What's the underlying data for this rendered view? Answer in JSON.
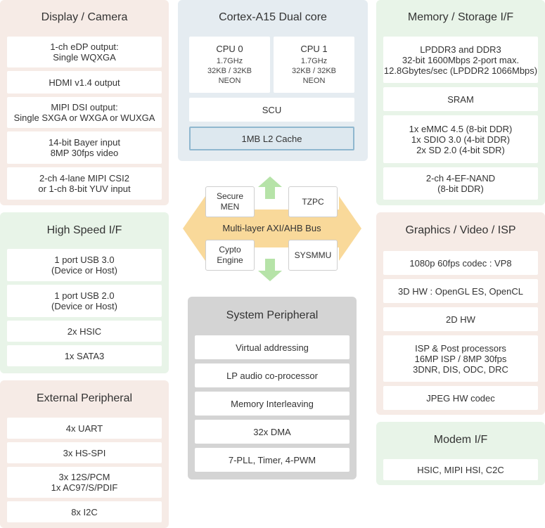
{
  "display": {
    "title": "Display / Camera",
    "items": [
      [
        "1-ch eDP output:",
        "Single WQXGA"
      ],
      [
        "HDMI v1.4 output"
      ],
      [
        "MIPI DSI output:",
        "Single SXGA or WXGA or WUXGA"
      ],
      [
        "14-bit Bayer input",
        "8MP 30fps video"
      ],
      [
        "2-ch 4-lane MIPI CSI2",
        "or 1-ch 8-bit YUV input"
      ]
    ]
  },
  "highspeed": {
    "title": "High Speed I/F",
    "items": [
      [
        "1 port USB 3.0",
        "(Device or Host)"
      ],
      [
        "1 port USB 2.0",
        "(Device or Host)"
      ],
      [
        "2x HSIC"
      ],
      [
        "1x SATA3"
      ]
    ]
  },
  "external": {
    "title": "External Peripheral",
    "items": [
      [
        "4x UART"
      ],
      [
        "3x HS-SPI"
      ],
      [
        "3x 12S/PCM",
        "1x AC97/S/PDIF"
      ],
      [
        "8x I2C"
      ]
    ]
  },
  "cortex": {
    "title": "Cortex-A15 Dual core",
    "cpu0": {
      "name": "CPU 0",
      "spec": [
        "1.7GHz",
        "32KB / 32KB",
        "NEON"
      ]
    },
    "cpu1": {
      "name": "CPU 1",
      "spec": [
        "1.7GHz",
        "32KB / 32KB",
        "NEON"
      ]
    },
    "scu": "SCU",
    "l2": "1MB L2 Cache"
  },
  "bus": {
    "label": "Multi-layer AXI/AHB Bus",
    "secure": [
      "Secure",
      "MEN"
    ],
    "tzpc": "TZPC",
    "crypto": [
      "Cypto",
      "Engine"
    ],
    "sysmmu": "SYSMMU"
  },
  "system": {
    "title": "System Peripheral",
    "items": [
      [
        "Virtual addressing"
      ],
      [
        "LP audio co-processor"
      ],
      [
        "Memory Interleaving"
      ],
      [
        "32x DMA"
      ],
      [
        "7-PLL, Timer, 4-PWM"
      ]
    ]
  },
  "memory": {
    "title": "Memory / Storage I/F",
    "items": [
      [
        "LPDDR3 and DDR3",
        "32-bit 1600Mbps 2-port max.",
        "12.8Gbytes/sec (LPDDR2 1066Mbps)"
      ],
      [
        "SRAM"
      ],
      [
        "1x eMMC 4.5 (8-bit DDR)",
        "1x SDIO 3.0 (4-bit DDR)",
        "2x SD 2.0 (4-bit SDR)"
      ],
      [
        "2-ch 4-EF-NAND",
        "(8-bit DDR)"
      ]
    ]
  },
  "graphics": {
    "title": "Graphics / Video /  ISP",
    "items": [
      [
        "1080p 60fps codec : VP8"
      ],
      [
        "3D HW : OpenGL ES, OpenCL"
      ],
      [
        "2D HW"
      ],
      [
        "ISP & Post processors",
        "16MP ISP / 8MP 30fps",
        "3DNR, DIS, ODC, DRC"
      ],
      [
        "JPEG HW codec"
      ]
    ]
  },
  "modem": {
    "title": "Modem I/F",
    "items": [
      [
        "HSIC, MIPI HSI, C2C"
      ]
    ]
  },
  "colors": {
    "pink_panel": "#f6ebe6",
    "green_panel": "#e8f4e8",
    "blue_panel": "#e5ecf1",
    "gray_panel": "#d4d4d4",
    "bus_arrow": "#f9d99a",
    "updown_arrow": "#b6e3a8",
    "l2_border": "#8fb7cf"
  }
}
